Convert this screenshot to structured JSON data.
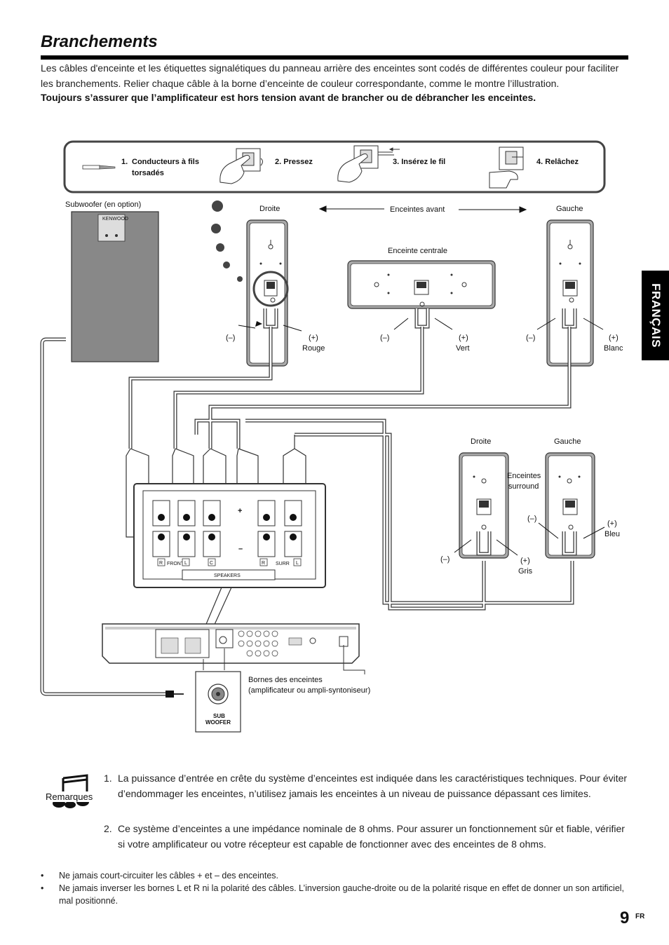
{
  "title": "Branchements",
  "intro": "Les câbles d'enceinte et les étiquettes signalétiques du panneau arrière des enceintes sont codés de différentes couleur pour faciliter les branchements. Relier chaque câble à la borne d’enceinte de couleur correspondante, comme le montre l’illustration.",
  "warning": "Toujours s’assurer que l’amplificateur est hors tension avant de brancher ou de débrancher les enceintes.",
  "language_tab": "FRANÇAIS",
  "steps": [
    {
      "num": "1.",
      "line1": "Conducteurs à fils",
      "line2": "torsadés"
    },
    {
      "num": "2.",
      "line1": "Pressez"
    },
    {
      "num": "3.",
      "line1": "Insérez le fil"
    },
    {
      "num": "4.",
      "line1": "Relâchez"
    }
  ],
  "diagram": {
    "subwoofer": "Subwoofer (en option)",
    "front_right": "Droite",
    "front_speakers": "Enceintes avant",
    "front_left": "Gauche",
    "center": "Enceinte centrale",
    "minus": "(–)",
    "plus": "(+)",
    "red": "Rouge",
    "green": "Vert",
    "white": "Blanc",
    "surround_right": "Droite",
    "surround_left": "Gauche",
    "surround_line1": "Enceintes",
    "surround_line2": "surround",
    "gray": "Gris",
    "blue": "Bleu",
    "terminal_plus": "+",
    "terminal_minus": "–",
    "r": "R",
    "l": "L",
    "c": "C",
    "front_tag": "FRONT",
    "surr_tag": "SURR",
    "speakers_plate": "SPEAKERS",
    "subwoofer_logo": "KENWOOD",
    "amp_caption_1": "Bornes des enceintes",
    "amp_caption_2": "(amplificateur ou ampli-syntoniseur)",
    "sub_jack_1": "SUB",
    "sub_jack_2": "WOOFER"
  },
  "notes_label": "Remarques",
  "notes": [
    {
      "num": "1.",
      "text": "La puissance d’entrée en crête du système d’enceintes est indiquée dans les caractéristiques techniques. Pour éviter d’endommager les enceintes, n’utilisez jamais les enceintes à un niveau de puissance dépassant ces limites."
    },
    {
      "num": "2.",
      "text": "Ce système d’enceintes a une impédance nominale de 8 ohms. Pour assurer un fonctionnement sûr et fiable, vérifier si votre amplificateur ou votre récepteur est capable de fonctionner avec des enceintes de 8 ohms."
    }
  ],
  "bullets": [
    "Ne jamais court-circuiter les câbles + et – des enceintes.",
    "Ne jamais inverser les bornes L et R ni la polarité des câbles. L’inversion gauche-droite ou de la polarité risque en effet de donner un son artificiel, mal positionné."
  ],
  "page_number": "9",
  "page_lang": "FR"
}
